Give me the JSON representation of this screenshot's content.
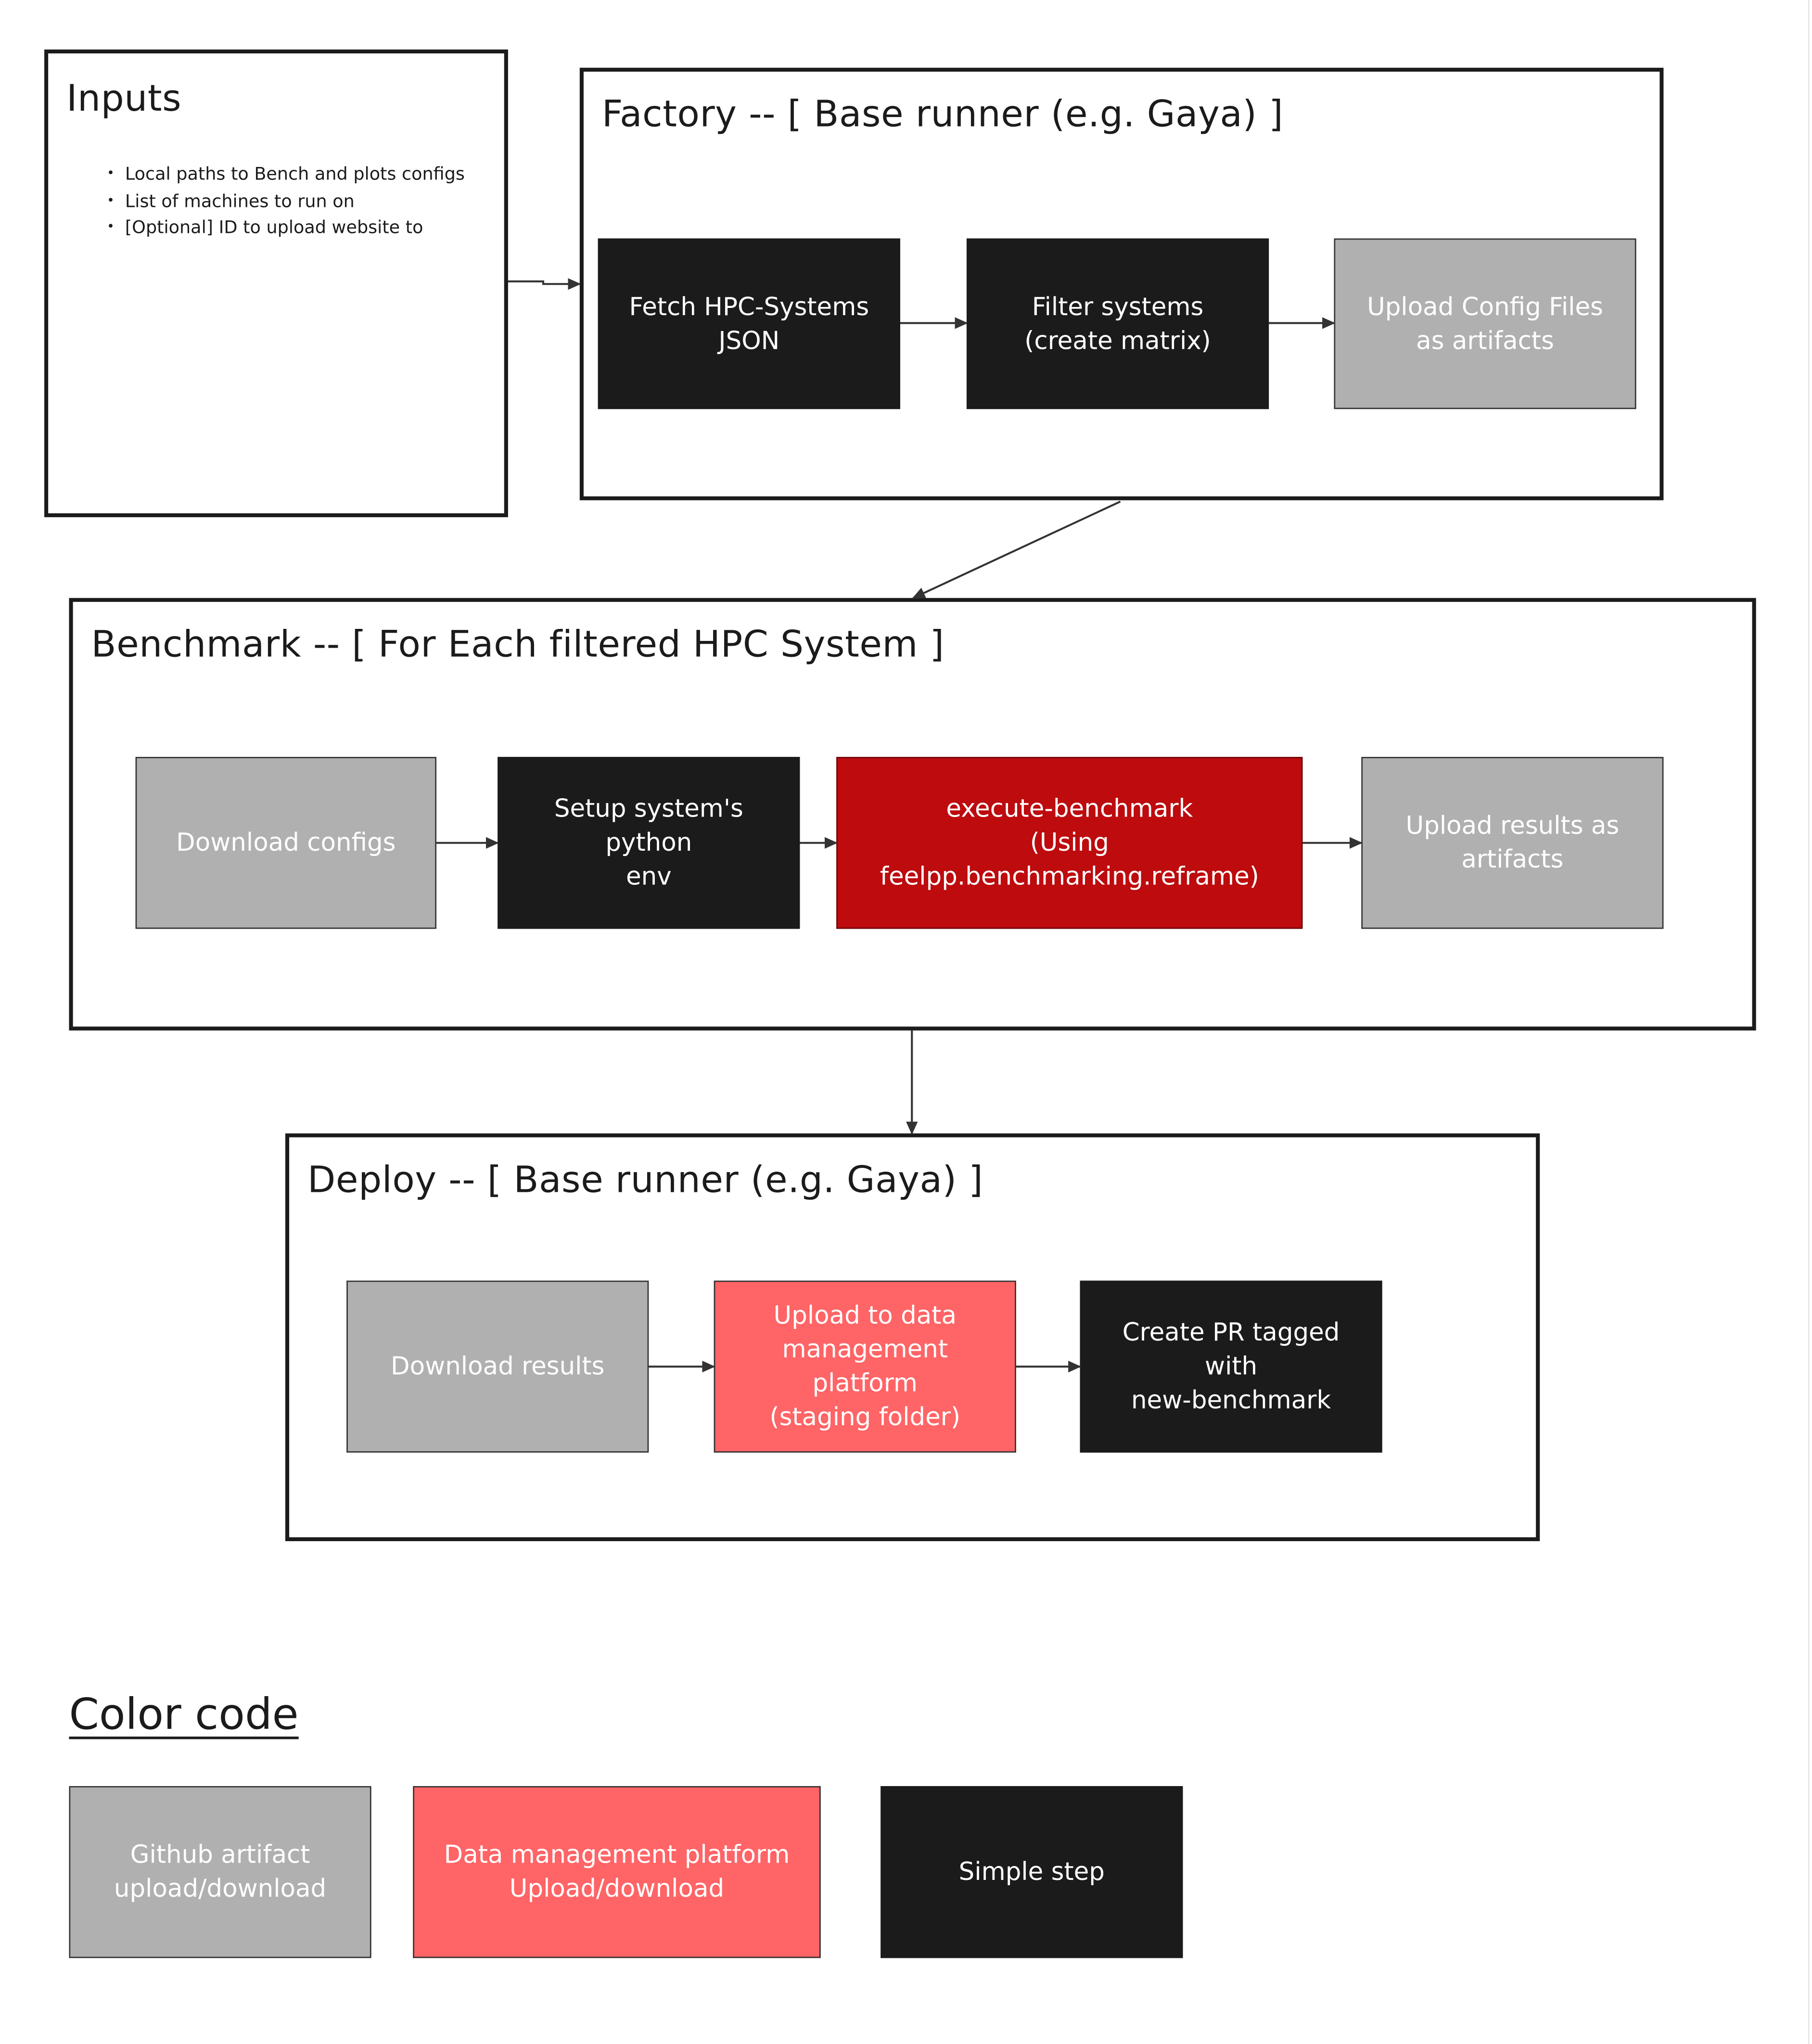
{
  "inputs": {
    "title": "Inputs",
    "items": [
      "Local paths to Bench and plots configs",
      "List of machines to run on",
      "[Optional] ID to upload website to"
    ]
  },
  "factory": {
    "title": "Factory -- [ Base runner (e.g. Gaya) ]",
    "steps": [
      "Fetch HPC-Systems\nJSON",
      "Filter systems\n(create matrix)",
      "Upload Config Files\nas artifacts"
    ]
  },
  "benchmark": {
    "title": "Benchmark -- [ For Each filtered HPC System ]",
    "steps": [
      "Download configs",
      "Setup system's python\nenv",
      "execute-benchmark\n(Using feelpp.benchmarking.reframe)",
      "Upload results as\nartifacts"
    ]
  },
  "deploy": {
    "title": "Deploy -- [ Base runner (e.g. Gaya) ]",
    "steps": [
      "Download results",
      "Upload to data\nmanagement platform\n(staging folder)",
      "Create PR tagged with\nnew-benchmark"
    ]
  },
  "legend": {
    "title": "Color code",
    "items": [
      "Github artifact\nupload/download",
      "Data management platform\nUpload/download",
      "Simple step"
    ]
  },
  "colors": {
    "artifact_gray": "#b0b0b0",
    "simple_black": "#1b1b1b",
    "execute_red": "#bd0b0e",
    "data_platform_salmon": "#ff6466",
    "text_white": "#ffffff"
  }
}
